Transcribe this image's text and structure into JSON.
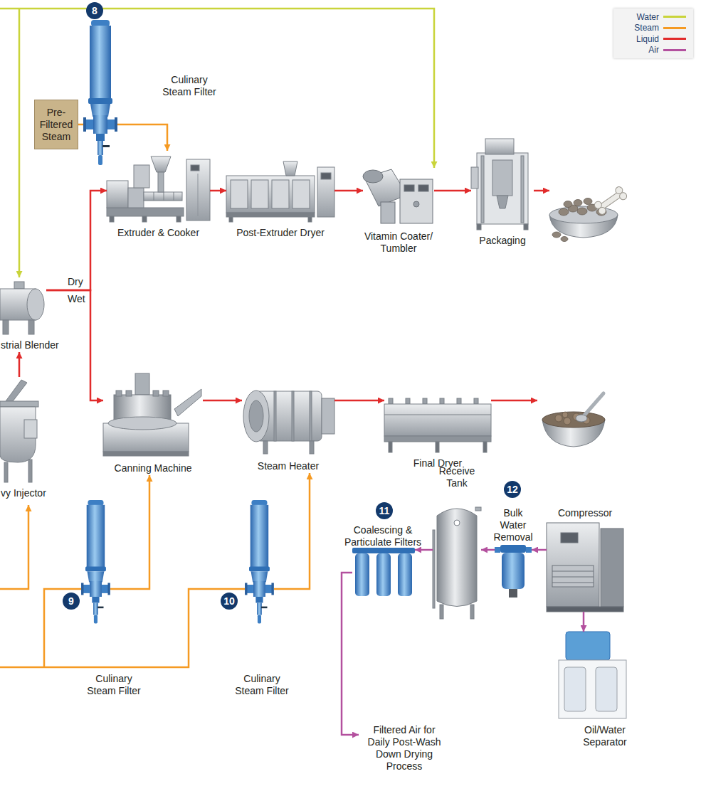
{
  "diagram": {
    "nodes": [
      {
        "text": [
          "Pre- Filtered Steam"
        ]
      },
      {
        "text": [
          "Culinary Steam Filter"
        ]
      },
      {
        "text": [
          "Extruder & Cooker"
        ]
      },
      {
        "text": [
          "Post-Extruder Dryer"
        ]
      },
      {
        "text": [
          "Vitamin Coater/ Tumbler"
        ]
      },
      {
        "text": [
          "Packaging"
        ]
      },
      {
        "text": [
          "strial Blender"
        ]
      },
      {
        "text": [
          "vy Injector"
        ]
      },
      {
        "text": [
          "Canning Machine"
        ]
      },
      {
        "text": [
          "Steam Heater"
        ]
      },
      {
        "text": [
          "Final Dryer"
        ]
      },
      {
        "text": [
          "Culinary Steam Filter"
        ]
      },
      {
        "text": [
          "Culinary Steam Filter"
        ]
      },
      {
        "text": [
          "Coalescing & Particulate Filters"
        ]
      },
      {
        "text": [
          "Receive Tank"
        ]
      },
      {
        "text": [
          "Bulk Water Removal"
        ]
      },
      {
        "text": [
          "Compressor"
        ]
      },
      {
        "text": [
          "Oil/Water Separator"
        ]
      }
    ],
    "edges": [
      {
        "from": 0,
        "to": 1,
        "arrow": "none"
      },
      {
        "from": 1,
        "to": 2,
        "arrow": "to"
      },
      {
        "from": 6,
        "to": 2,
        "label": "Dry",
        "arrow": "to"
      },
      {
        "from": 6,
        "to": 8,
        "label": "Wet",
        "arrow": "to"
      },
      {
        "from": 7,
        "to": 6,
        "arrow": "to"
      },
      {
        "from": 2,
        "to": 3,
        "arrow": "to"
      },
      {
        "from": 3,
        "to": 4,
        "arrow": "to"
      },
      {
        "from": 4,
        "to": 5,
        "arrow": "to"
      },
      {
        "from": 8,
        "to": 9,
        "arrow": "to"
      },
      {
        "from": 9,
        "to": 10,
        "arrow": "to"
      },
      {
        "from": 11,
        "to": 8,
        "arrow": "to"
      },
      {
        "from": 12,
        "to": 9,
        "arrow": "to"
      },
      {
        "from": 16,
        "to": 15,
        "arrow": "to"
      },
      {
        "from": 15,
        "to": 14,
        "arrow": "to"
      },
      {
        "from": 14,
        "to": 13,
        "arrow": "to"
      },
      {
        "from": 16,
        "to": 17,
        "arrow": "to"
      }
    ],
    "labels": [
      "8",
      "9",
      "10",
      "11",
      "12",
      "Filtered Air for Daily Post-Wash Down Drying Process"
    ],
    "legend": [
      {
        "text": "Water",
        "color": "#c9d43a"
      },
      {
        "text": "Steam",
        "color": "#f59a23"
      },
      {
        "text": "Liquid",
        "color": "#e12b2b"
      },
      {
        "text": "Air",
        "color": "#b3509e"
      }
    ]
  }
}
